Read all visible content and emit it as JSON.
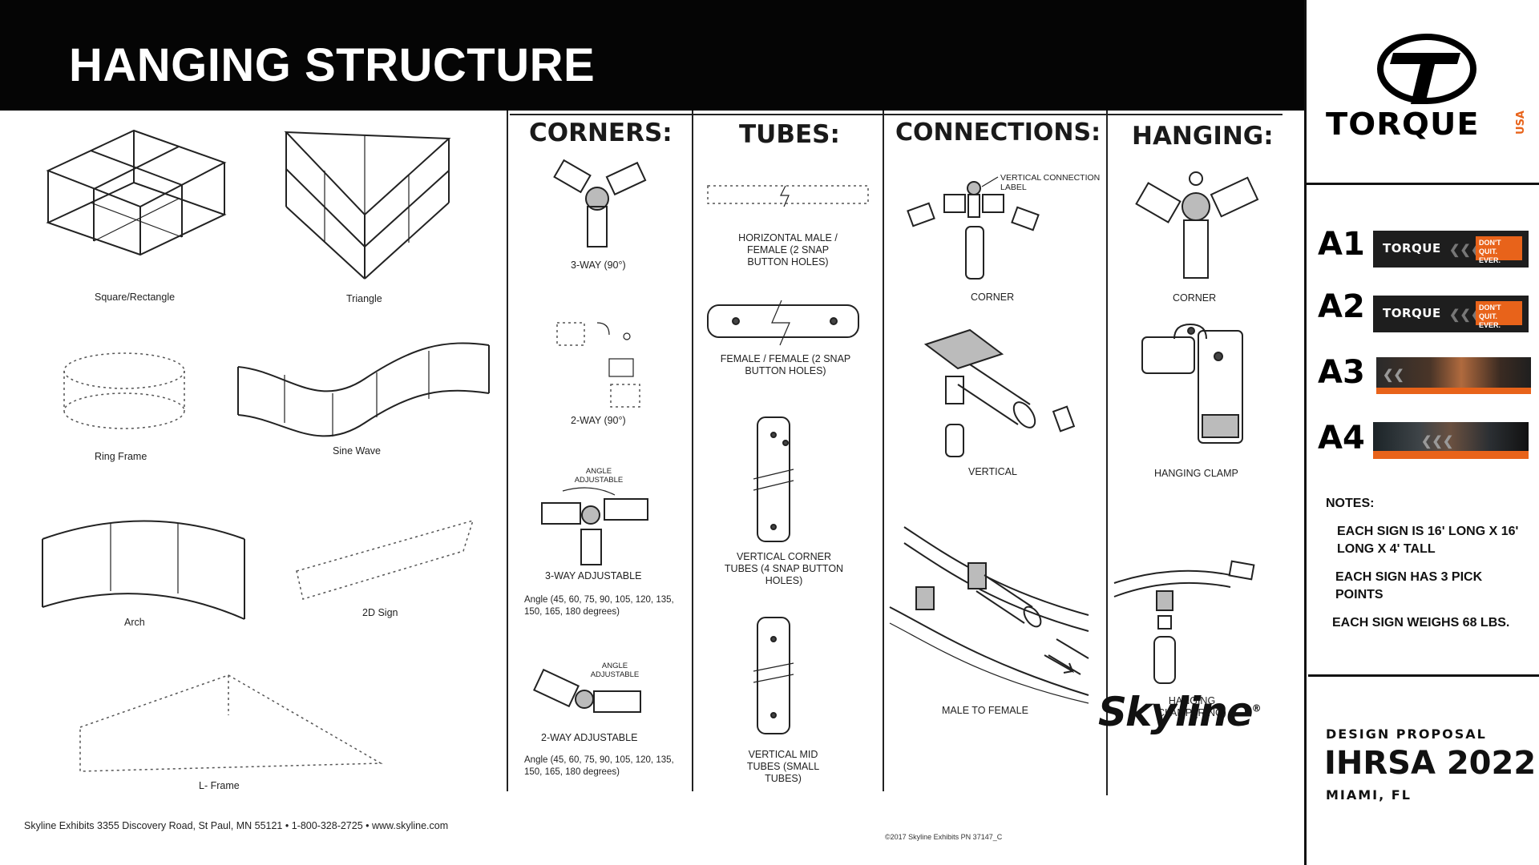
{
  "header": {
    "title": "HANGING STRUCTURE"
  },
  "brand": {
    "name": "TORQUE",
    "suffix": "USA",
    "accent": "#e8631a"
  },
  "ads": [
    {
      "label": "A1",
      "brand": "TORQUE",
      "tagline": "DON'T QUIT. EVER."
    },
    {
      "label": "A2",
      "brand": "TORQUE",
      "tagline": "DON'T QUIT. EVER."
    },
    {
      "label": "A3"
    },
    {
      "label": "A4"
    }
  ],
  "notes": {
    "title": "NOTES:",
    "items": [
      "EACH SIGN IS 16' LONG X 16' LONG X 4' TALL",
      "EACH SIGN HAS 3 PICK POINTS",
      "EACH SIGN WEIGHS 68 LBS."
    ]
  },
  "proposal": {
    "label": "DESIGN PROPOSAL",
    "event": "IHRSA 2022",
    "location": "MIAMI, FL"
  },
  "frames": {
    "square": "Square/Rectangle",
    "triangle": "Triangle",
    "ring": "Ring Frame",
    "sine": "Sine Wave",
    "arch": "Arch",
    "sign2d": "2D Sign",
    "lframe": "L- Frame"
  },
  "sections": {
    "corners": {
      "title": "CORNERS:",
      "way3_90": "3-WAY (90°)",
      "way2_90": "2-WAY (90°)",
      "angle_label": "ANGLE ADJUSTABLE",
      "way3_adj": "3-WAY ADJUSTABLE",
      "way3_angles": "Angle (45, 60, 75, 90, 105, 120, 135, 150, 165, 180 degrees)",
      "angle_label2": "ANGLE ADJUSTABLE",
      "way2_adj": "2-WAY ADJUSTABLE",
      "way2_angles": "Angle (45, 60, 75, 90, 105, 120, 135, 150, 165, 180 degrees)"
    },
    "tubes": {
      "title": "TUBES:",
      "horizontal": "HORIZONTAL MALE / FEMALE (2 SNAP BUTTON HOLES)",
      "female": "FEMALE / FEMALE (2 SNAP BUTTON HOLES)",
      "vertical_corner": "VERTICAL CORNER TUBES (4 SNAP BUTTON HOLES)",
      "vertical_mid": "VERTICAL MID TUBES (SMALL TUBES)"
    },
    "connections": {
      "title": "CONNECTIONS:",
      "vlabel": "VERTICAL CONNECTION LABEL",
      "corner": "CORNER",
      "vertical": "VERTICAL",
      "male_female": "MALE TO FEMALE"
    },
    "hanging": {
      "title": "HANGING:",
      "corner": "CORNER",
      "clamp": "HANGING CLAMP",
      "clamp_ring": "HANGING CLAMP (RING)"
    }
  },
  "footer": {
    "address": "Skyline Exhibits 3355 Discovery Road, St Paul, MN 55121 • 1-800-328-2725 • www.skyline.com",
    "copyright": "©2017 Skyline Exhibits    PN 37147_C",
    "logo": "Skyline"
  }
}
